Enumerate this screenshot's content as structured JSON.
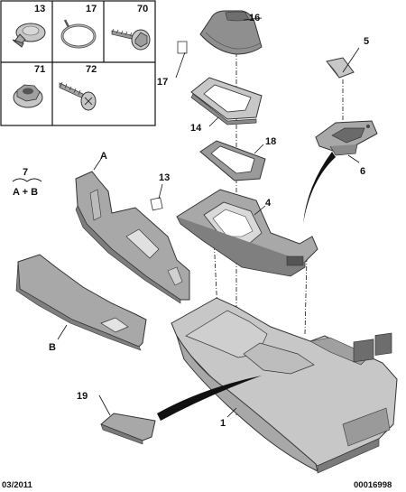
{
  "callouts": {
    "c13": "13",
    "c17": "17",
    "c70": "70",
    "c71": "71",
    "c72": "72",
    "p16": "16",
    "p17": "17",
    "p5": "5",
    "p14": "14",
    "p18": "18",
    "p7": "7",
    "p7sub": "A + B",
    "pA": "A",
    "p13": "13",
    "p6": "6",
    "p4": "4",
    "pB": "B",
    "p19": "19",
    "p1": "1"
  },
  "footer": {
    "date": "03/2011",
    "ref": "00016998"
  }
}
